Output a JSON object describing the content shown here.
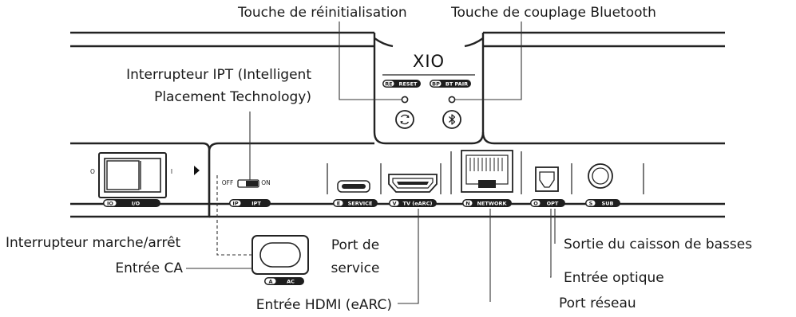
{
  "callouts": {
    "reset_button": "Touche de réinitialisation",
    "bt_pair_button": "Touche de couplage Bluetooth",
    "ipt_switch_line1": "Interrupteur IPT (Intelligent",
    "ipt_switch_line2": "Placement Technology)",
    "power_switch": "Interrupteur marche/arrêt",
    "ac_input": "Entrée CA",
    "service_port_line1": "Port de",
    "service_port_line2": "service",
    "hdmi_input": "Entrée HDMI (eARC)",
    "subwoofer_output": "Sortie du caisson de basses",
    "optical_input": "Entrée optique",
    "network_port": "Port réseau"
  },
  "device": {
    "brand": "XIO",
    "switch_marks": {
      "off_symbol": "O",
      "on_symbol": "I"
    },
    "ipt_switch": {
      "off_label": "OFF",
      "on_label": "ON"
    }
  },
  "tags": {
    "reset": {
      "code": "RE",
      "label": "RESET"
    },
    "bt_pair": {
      "code": "BP",
      "label": "BT PAIR"
    },
    "io": {
      "code": "IO",
      "label": "I/O"
    },
    "ipt": {
      "code": "IP",
      "label": "IPT"
    },
    "service": {
      "code": "E",
      "label": "SERVICE"
    },
    "tv": {
      "code": "V",
      "label": "TV (eARC)"
    },
    "network": {
      "code": "N",
      "label": "NETWORK"
    },
    "opt": {
      "code": "O",
      "label": "OPT"
    },
    "sub": {
      "code": "S",
      "label": "SUB"
    },
    "ac": {
      "code": "A",
      "label": "AC"
    }
  }
}
